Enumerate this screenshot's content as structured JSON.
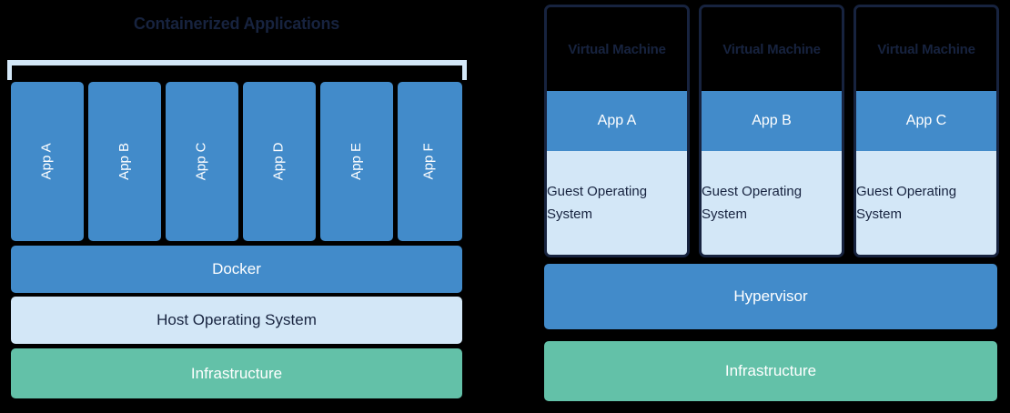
{
  "colors": {
    "background": "#000000",
    "blue": "#428bca",
    "light_blue": "#d3e7f7",
    "green": "#63c1a8",
    "navy_text": "#17233f",
    "white_text": "#ffffff"
  },
  "left": {
    "title": "Containerized Applications",
    "bracket": "app-group-bracket",
    "apps": [
      {
        "label": "App A"
      },
      {
        "label": "App B"
      },
      {
        "label": "App C"
      },
      {
        "label": "App D"
      },
      {
        "label": "App E"
      },
      {
        "label": "App F"
      }
    ],
    "layers": [
      {
        "label": "Docker",
        "color": "#428bca"
      },
      {
        "label": "Host Operating System",
        "color": "#d3e7f7"
      },
      {
        "label": "Infrastructure",
        "color": "#63c1a8"
      }
    ],
    "docker_label": "Docker",
    "host_os_label": "Host Operating System",
    "infrastructure_label": "Infrastructure"
  },
  "right": {
    "vms": [
      {
        "title": "Virtual Machine",
        "app": "App A",
        "guest_os": "Guest Operating System"
      },
      {
        "title": "Virtual Machine",
        "app": "App B",
        "guest_os": "Guest Operating System"
      },
      {
        "title": "Virtual Machine",
        "app": "App C",
        "guest_os": "Guest Operating System"
      }
    ],
    "hypervisor_label": "Hypervisor",
    "infrastructure_label": "Infrastructure"
  }
}
